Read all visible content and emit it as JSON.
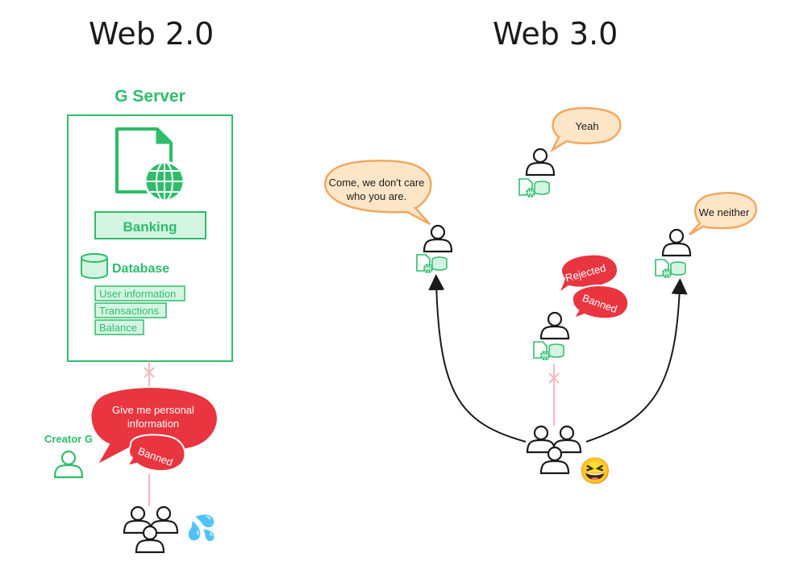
{
  "titles": {
    "left": "Web 2.0",
    "right": "Web 3.0"
  },
  "web2": {
    "server_title": "G Server",
    "banking_label": "Banking",
    "database_label": "Database",
    "db_fields": [
      "User information",
      "Transactions",
      "Balance"
    ],
    "speech": {
      "line1": "Give me personal",
      "line2": "information"
    },
    "banned_label": "Banned",
    "creator_label": "Creator G",
    "users_emoji": "💦"
  },
  "web3": {
    "bubble_left": {
      "line1": "Come, we don't care",
      "line2": "who you are."
    },
    "bubble_top": "Yeah",
    "bubble_right": "We neither",
    "rejected_label": "Rejected",
    "banned_label": "Banned",
    "users_emoji": "😆"
  },
  "colors": {
    "green": "#2ebd6b",
    "green_fill": "#d5f5e3",
    "red": "#e8353f",
    "orange_fill": "#fde6c8",
    "orange_stroke": "#f0a860",
    "pink_line": "#f2b8bd",
    "dark": "#1a1a1a"
  }
}
